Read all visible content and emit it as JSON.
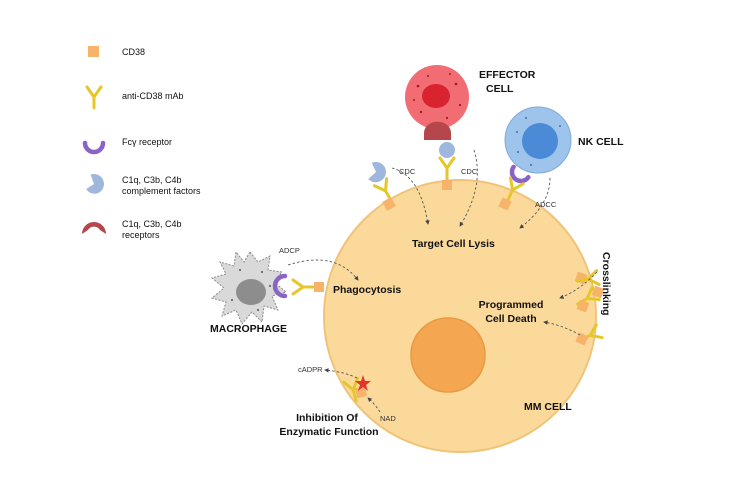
{
  "legend": {
    "cd38": "CD38",
    "mab": "anti-CD38 mAb",
    "fcy": "Fcγ receptor",
    "complement_1": "C1q, C3b, C4b",
    "complement_2": "complement factors",
    "receptors_1": "C1q, C3b, C4b",
    "receptors_2": "receptors"
  },
  "cells": {
    "effector_1": "EFFECTOR",
    "effector_2": "CELL",
    "nk": "NK CELL",
    "macrophage": "MACROPHAGE",
    "mm": "MM CELL"
  },
  "mechanisms": {
    "cdc_left": "CDC",
    "cdc_right": "CDC",
    "adcc": "ADCC",
    "adcp": "ADCP",
    "target_lysis": "Target Cell Lysis",
    "phagocytosis": "Phagocytosis",
    "crosslinking": "Crosslinking",
    "pcd_1": "Programmed",
    "pcd_2": "Cell Death",
    "cadpr": "cADPR",
    "nad": "NAD",
    "inhibition_1": "Inhibition Of",
    "inhibition_2": "Enzymatic Function"
  },
  "colors": {
    "mm_cell": "#fbd99b",
    "cd38": "#f7b36a",
    "mab": "#e6c628",
    "fcy_receptor": "#8a63c9",
    "complement": "#9fb7dc",
    "complement_receptor": "#b5474c",
    "effector_cell": "#f26d73",
    "nk_cell": "#9fc4ec",
    "macrophage": "#d8d8d8",
    "nucleus_mm": "#f5a651"
  },
  "icons": [
    "cd38-square",
    "y-antibody-icon",
    "fcy-receptor-arc",
    "complement-pacman",
    "complement-receptor-arc",
    "inhibition-star"
  ]
}
